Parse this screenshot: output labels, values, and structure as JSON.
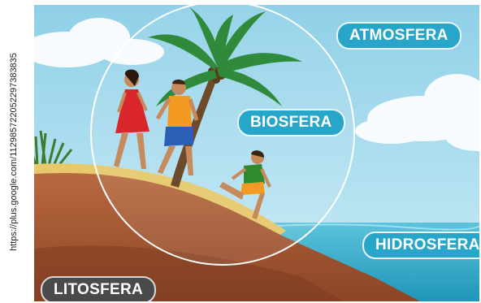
{
  "watermark": {
    "text": "https://plus.google.com/112985722052297383835"
  },
  "labels": {
    "atmosfera": "ATMOSFERA",
    "biosfera": "BIOSFERA",
    "hidrosfera": "HIDROSFERA",
    "litosfera": "LITOSFERA"
  },
  "colors": {
    "sky": "#a9dced",
    "sea": "#2fa8c6",
    "earth": "#a65a35",
    "sand": "#e7c86a",
    "label_blue": "#27a6c9",
    "label_dark": "#4a4a4a"
  }
}
